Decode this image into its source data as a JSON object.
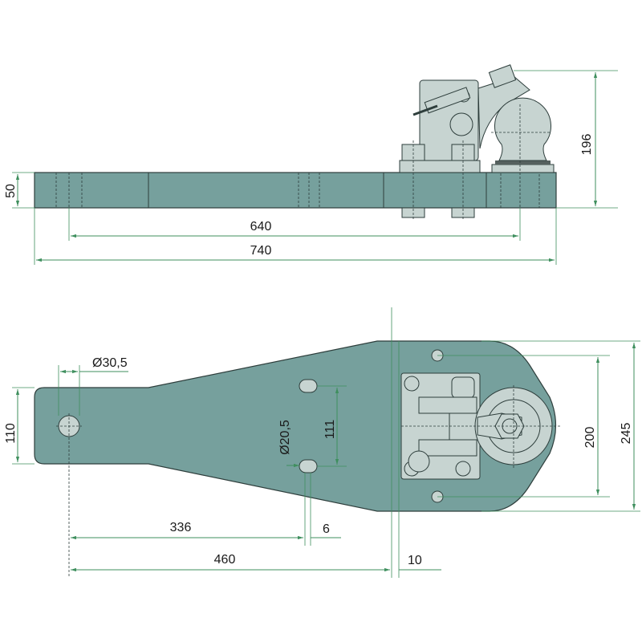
{
  "drawing": {
    "side_view": {
      "dimensions": {
        "height_plate": "50",
        "height_total": "196",
        "length_holes": "640",
        "length_total": "740"
      }
    },
    "top_view": {
      "dimensions": {
        "hole_diameter_large": "Ø30,5",
        "width_narrow": "110",
        "hole_diameter_small": "Ø20,5",
        "hole_spacing": "111",
        "width_bolts": "200",
        "width_total": "245",
        "distance_slot": "336",
        "slot_width": "6",
        "distance_center": "460",
        "offset_center": "10"
      }
    },
    "colors": {
      "plate": "#76a09d",
      "part": "#c7d4d1",
      "dimension": "#3f8f5e"
    }
  }
}
